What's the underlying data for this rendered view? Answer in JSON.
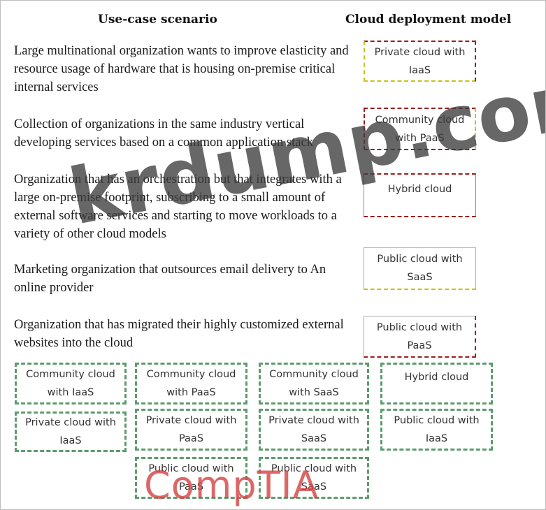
{
  "headers": {
    "scenario": "Use-case scenario",
    "model": "Cloud deployment model"
  },
  "scenarios": [
    "Large multinational organization wants to improve elasticity and resource usage of hardware that is housing on-premise critical internal services",
    "Collection of organizations in the same industry vertical developing services based on a common application stack",
    "Organization that has an orchestration but that integrates with a large on-premise footprint, subscribing to a small amount of external software services and starting to move workloads to a variety of other cloud models",
    "Marketing organization that outsources email delivery to An online provider",
    "Organization that has migrated their highly customized external websites into the cloud"
  ],
  "answers": [
    {
      "line1": "Private cloud with",
      "line2": "IaaS"
    },
    {
      "line1": "Community cloud",
      "line2": "with PaaS"
    },
    {
      "line1": "Hybrid cloud",
      "line2": ""
    },
    {
      "line1": "Public cloud with",
      "line2": "SaaS"
    },
    {
      "line1": "Public cloud with",
      "line2": "PaaS"
    }
  ],
  "options": [
    {
      "line1": "Community cloud",
      "line2": "with IaaS"
    },
    {
      "line1": "Community cloud",
      "line2": "with PaaS"
    },
    {
      "line1": "Community cloud",
      "line2": "with SaaS"
    },
    {
      "line1": "Hybrid cloud",
      "line2": ""
    },
    {
      "line1": "Private cloud with",
      "line2": "IaaS"
    },
    {
      "line1": "Private cloud with",
      "line2": "PaaS"
    },
    {
      "line1": "Private cloud with",
      "line2": "SaaS"
    },
    {
      "line1": "Public cloud with",
      "line2": "IaaS"
    },
    {
      "line1": "Public cloud with",
      "line2": "PaaS"
    },
    {
      "line1": "Public cloud with",
      "line2": "SaaS"
    }
  ],
  "watermark": "krdump.com",
  "logo": "CompTIA",
  "colors": {
    "option_border": "#5e9b6e",
    "answer_border_red": "#9a1f1f",
    "answer_border_yellow": "#c8c21e",
    "logo": "#d64646"
  }
}
